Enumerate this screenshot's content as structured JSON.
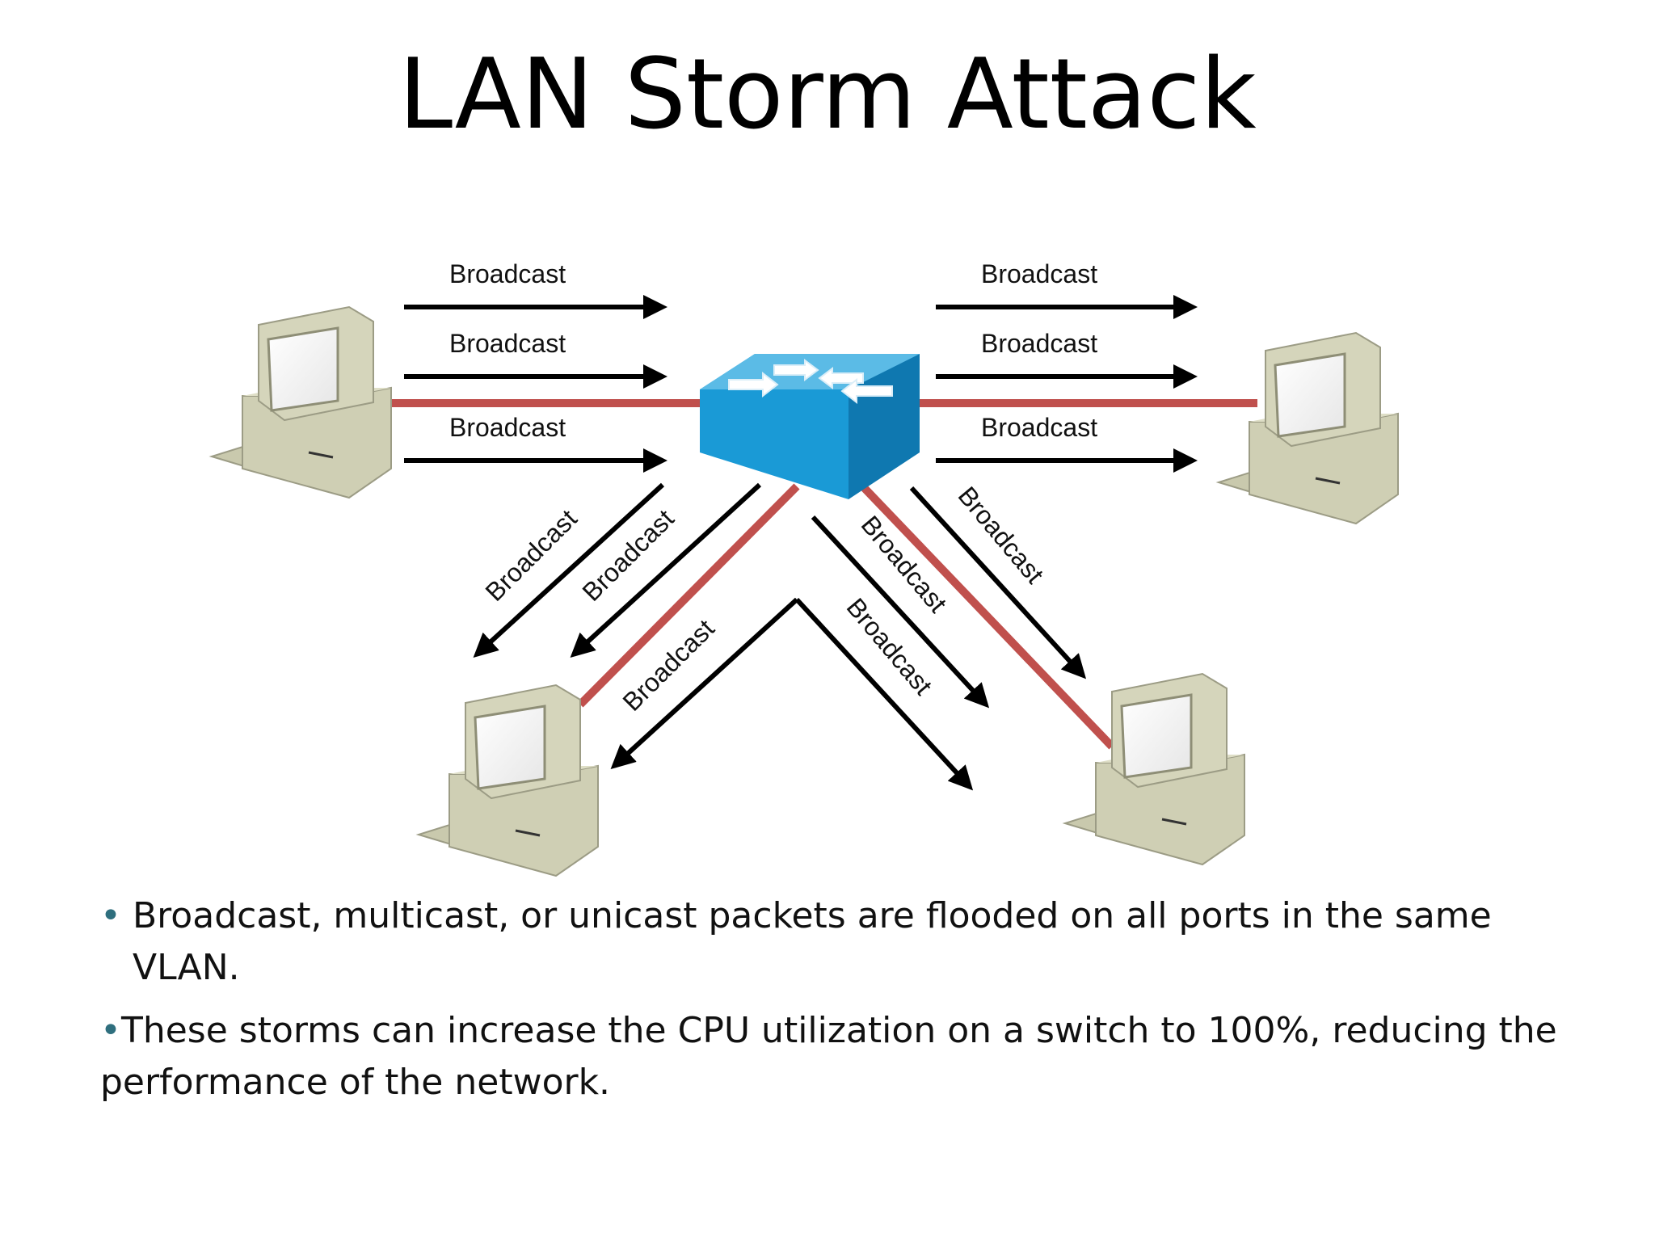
{
  "slide": {
    "title": "LAN Storm Attack"
  },
  "diagram": {
    "arrow_label": "Broadcast",
    "colors": {
      "arrow": "#000000",
      "cable": "#c0504d",
      "switch_top": "#4fb3e0",
      "switch_front": "#1a9ad6",
      "switch_side": "#0f78b0",
      "pc_body": "#cfcfb4"
    },
    "nodes": [
      "switch-icon",
      "computer-icon"
    ]
  },
  "bullets": [
    "Broadcast, multicast, or unicast packets are flooded on all ports in the same VLAN.",
    "These storms can increase the CPU utilization on a switch to 100%, reducing the performance of the network."
  ],
  "bullet_glyph": "•"
}
